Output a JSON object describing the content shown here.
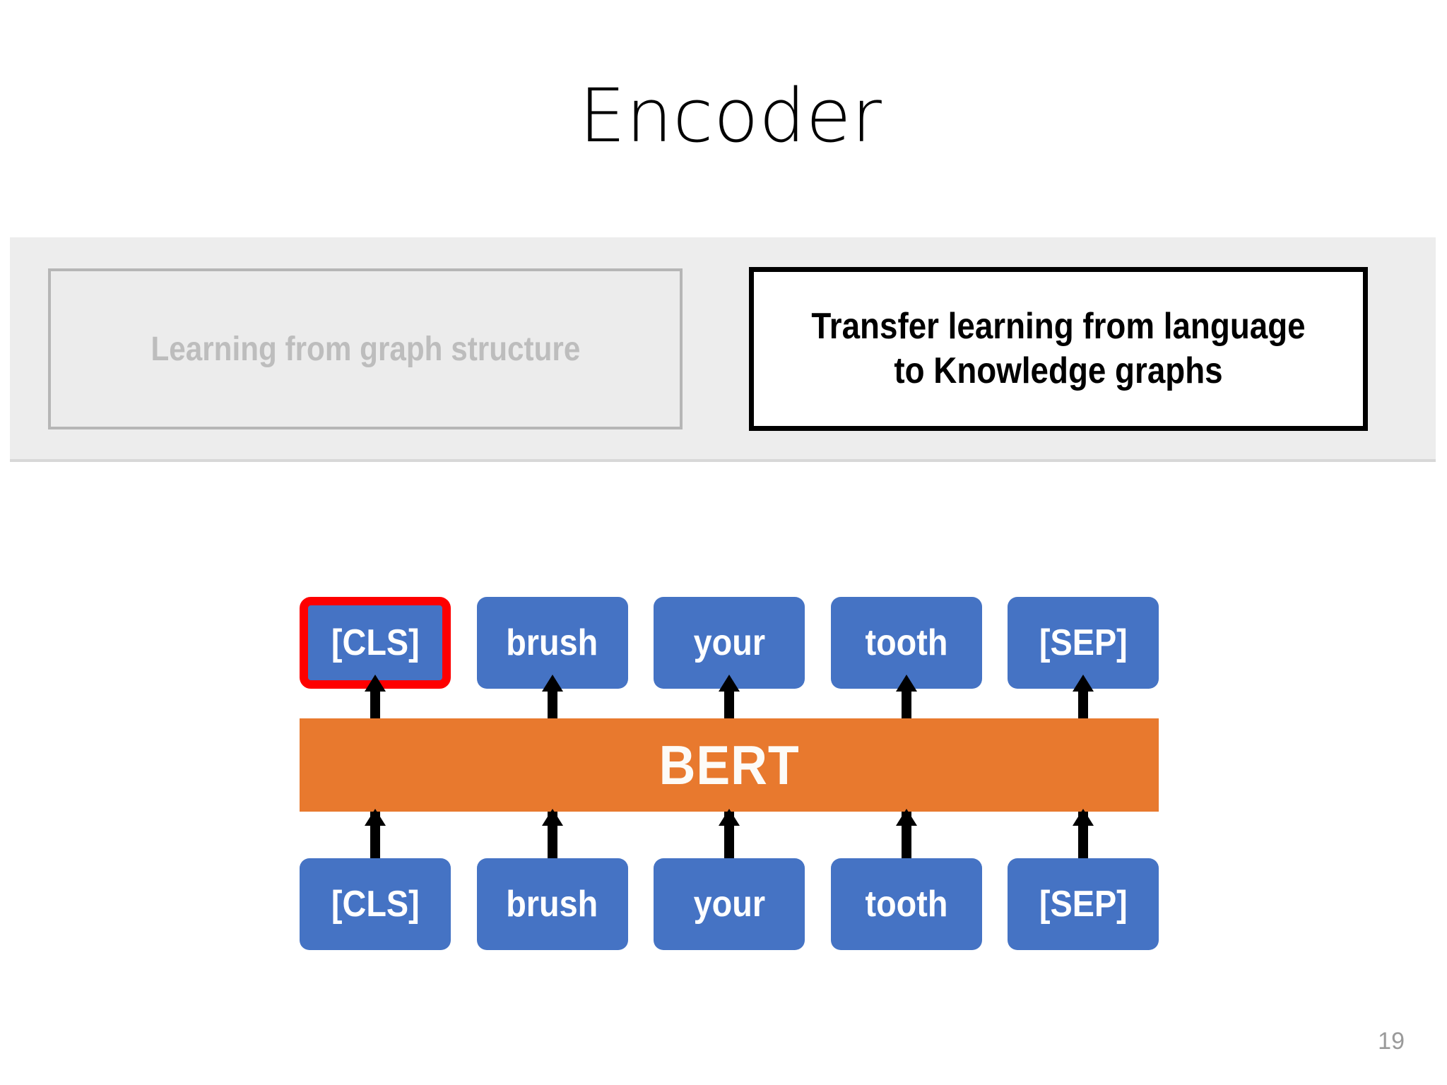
{
  "slide": {
    "title": "Encoder",
    "page_number": "19"
  },
  "topics": {
    "graph": {
      "label": "Learning from graph structure",
      "state": "inactive",
      "text_color": "#bdbdbd",
      "border_color": "#b6b6b6",
      "background": "#ececec"
    },
    "transfer": {
      "label": "Transfer learning from language to Knowledge graphs",
      "state": "active",
      "text_color": "#000000",
      "border_color": "#000000",
      "background": "#ffffff"
    },
    "banner_background": "#ededed"
  },
  "diagram": {
    "model_label": "BERT",
    "model_color": "#e8792e",
    "token_color": "#4573c4",
    "highlight_color": "#fe0000",
    "output_tokens": [
      {
        "label": "[CLS]",
        "highlighted": true
      },
      {
        "label": "brush",
        "highlighted": false
      },
      {
        "label": "your",
        "highlighted": false
      },
      {
        "label": "tooth",
        "highlighted": false
      },
      {
        "label": "[SEP]",
        "highlighted": false
      }
    ],
    "input_tokens": [
      {
        "label": "[CLS]",
        "highlighted": false
      },
      {
        "label": "brush",
        "highlighted": false
      },
      {
        "label": "your",
        "highlighted": false
      },
      {
        "label": "tooth",
        "highlighted": false
      },
      {
        "label": "[SEP]",
        "highlighted": false
      }
    ]
  }
}
